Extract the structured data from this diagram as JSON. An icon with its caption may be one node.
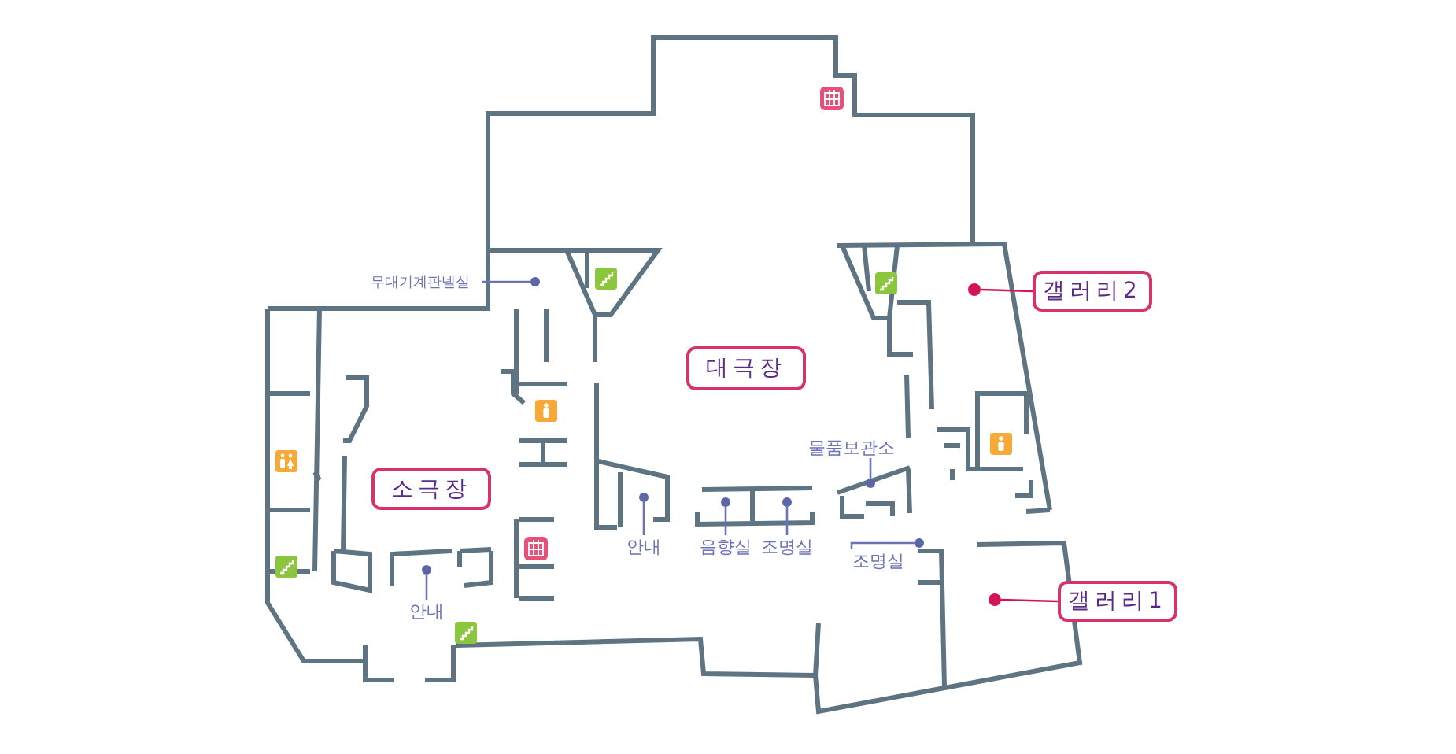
{
  "diagram": {
    "nodes": [
      {
        "text": [
          "대극장"
        ]
      },
      {
        "text": [
          "무대기계판넬실"
        ]
      },
      {
        "text": [],
        "shape": "circle"
      },
      {
        "text": [
          "갤러리2"
        ]
      },
      {
        "text": [],
        "shape": "circle"
      },
      {
        "text": [
          "소극장"
        ]
      },
      {
        "text": [
          "물품보관소"
        ]
      },
      {
        "text": [],
        "shape": "circle"
      },
      {
        "text": [
          "안내"
        ]
      },
      {
        "text": [],
        "shape": "circle"
      },
      {
        "text": [
          "음향실"
        ]
      },
      {
        "text": [],
        "shape": "circle"
      },
      {
        "text": [
          "조명실"
        ]
      },
      {
        "text": [],
        "shape": "circle"
      },
      {
        "text": [
          "조명실"
        ]
      },
      {
        "text": [],
        "shape": "circle"
      },
      {
        "text": [
          "갤러리1"
        ]
      },
      {
        "text": [],
        "shape": "circle"
      },
      {
        "text": [
          "안내"
        ]
      },
      {
        "text": [],
        "shape": "circle"
      }
    ],
    "edges": [
      {
        "from": 1,
        "to": 2,
        "arrow": "none"
      },
      {
        "from": 3,
        "to": 4,
        "arrow": "none",
        "color": "#d4145a"
      },
      {
        "from": 6,
        "to": 7,
        "arrow": "none"
      },
      {
        "from": 8,
        "to": 9,
        "arrow": "none"
      },
      {
        "from": 10,
        "to": 11,
        "arrow": "none"
      },
      {
        "from": 12,
        "to": 13,
        "arrow": "none"
      },
      {
        "from": 14,
        "to": 15,
        "arrow": "none"
      },
      {
        "from": 16,
        "to": 17,
        "arrow": "none",
        "color": "#d4145a"
      },
      {
        "from": 18,
        "to": 19,
        "arrow": "none"
      }
    ]
  }
}
